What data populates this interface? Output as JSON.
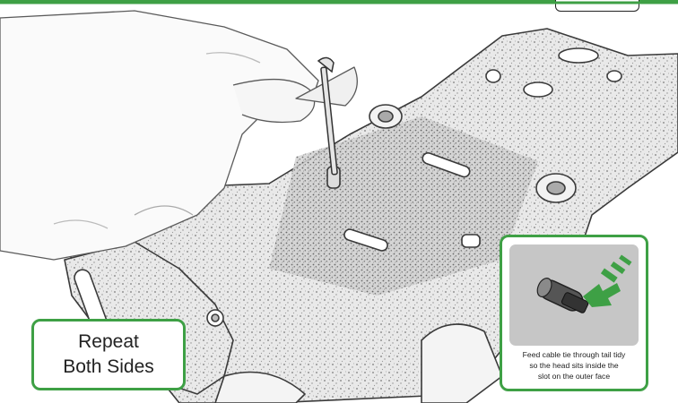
{
  "callouts": {
    "repeat": {
      "line1": "Repeat",
      "line2": "Both Sides"
    },
    "detail": {
      "caption_lines": [
        "Feed cable tie through tail tidy",
        "so the head sits inside the",
        "slot on the outer face"
      ]
    }
  },
  "colors": {
    "accent": "#3ea045",
    "panel_gray": "#c6c6c6"
  }
}
